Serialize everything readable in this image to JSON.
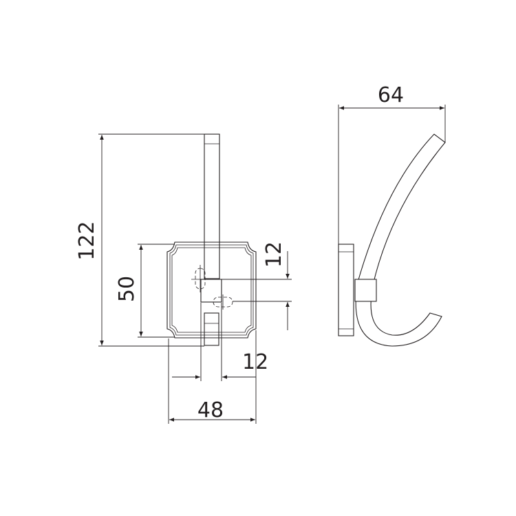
{
  "dimensions": {
    "total_height": "122",
    "plate_height": "50",
    "slot_offset": "12",
    "stem_width": "12",
    "plate_width": "48",
    "projection": "64"
  },
  "colors": {
    "line": "#231f20",
    "background": "#ffffff"
  }
}
